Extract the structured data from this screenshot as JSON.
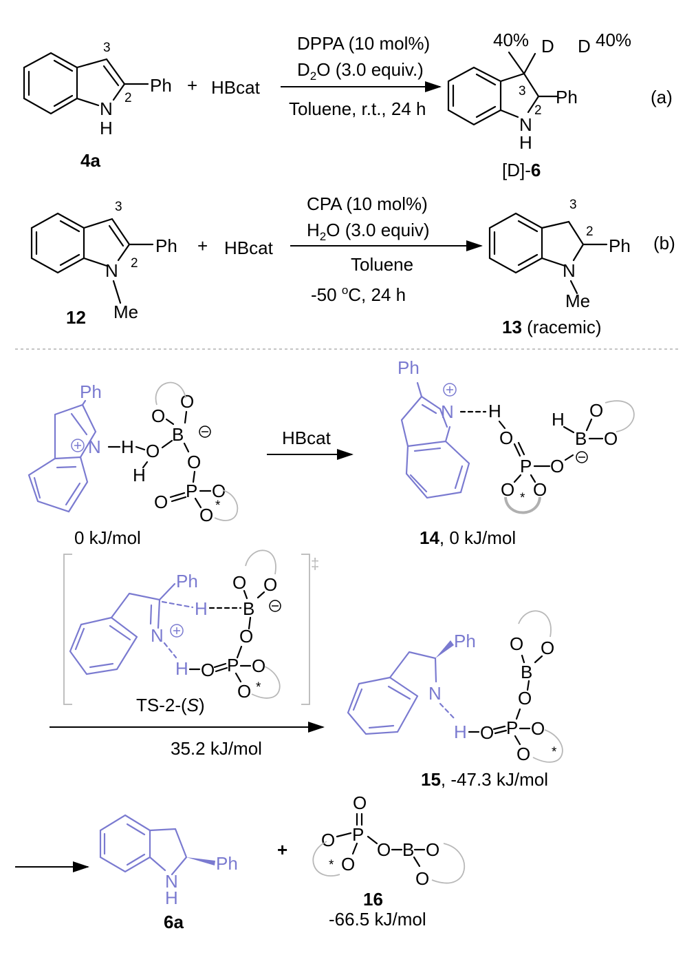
{
  "colors": {
    "highlight": "#7a7ad0",
    "bracket": "#b8b8b8",
    "text": "#000000"
  },
  "reaction_a": {
    "reactant_label": "4a",
    "positions": [
      "3",
      "2"
    ],
    "substituent": "Ph",
    "nh": [
      "N",
      "H"
    ],
    "plus": "+",
    "reagent": "HBcat",
    "conditions_above": [
      "DPPA (10 mol%)",
      "D",
      "2",
      "O (3.0 equiv.)"
    ],
    "conditions_below": "Toluene, r.t., 24 h",
    "product_label_prefix": "[D]-",
    "product_label_num": "6",
    "deuterium": [
      "D",
      "D"
    ],
    "incorporation": [
      "40%",
      "40%"
    ],
    "tag": "(a)"
  },
  "reaction_b": {
    "reactant_label": "12",
    "positions": [
      "3",
      "2"
    ],
    "substituent": "Ph",
    "n_sub": [
      "N",
      "Me"
    ],
    "plus": "+",
    "reagent": "HBcat",
    "conditions_above": [
      "CPA (10 mol%)",
      "H",
      "2",
      "O (3.0 equiv)"
    ],
    "conditions_below": [
      "Toluene",
      "-50 ",
      "o",
      "C, 24 h"
    ],
    "product_label_num": "13",
    "product_label_suffix": " (racemic)",
    "tag": "(b)"
  },
  "mechanism": {
    "start": {
      "energy": "0 kJ/mol",
      "atoms": [
        "Ph",
        "N",
        "H",
        "O",
        "H",
        "B",
        "O",
        "O",
        "O",
        "P",
        "O",
        "O",
        "O",
        "*"
      ]
    },
    "arrow1_label": "HBcat",
    "int14": {
      "label_num": "14",
      "energy": ", 0 kJ/mol",
      "atoms": [
        "Ph",
        "N",
        "H",
        "O",
        "P",
        "O",
        "O",
        "O",
        "B",
        "H",
        "O",
        "O",
        "*"
      ]
    },
    "ts": {
      "label": "TS-2-(",
      "label_italic": "S",
      "label_end": ")",
      "dagger": "‡",
      "energy": "35.2 kJ/mol",
      "atoms": [
        "Ph",
        "H",
        "N",
        "H",
        "O",
        "P",
        "O",
        "O",
        "O",
        "B",
        "O",
        "O",
        "*"
      ]
    },
    "int15": {
      "label_num": "15",
      "energy": ", -47.3 kJ/mol",
      "atoms": [
        "Ph",
        "N",
        "H",
        "O",
        "P",
        "O",
        "O",
        "O",
        "B",
        "O",
        "O",
        "*"
      ]
    },
    "product6a": {
      "label": "6a",
      "atoms": [
        "Ph",
        "N",
        "H"
      ]
    },
    "plus": "+",
    "product16": {
      "label": "16",
      "energy": "-66.5 kJ/mol",
      "atoms": [
        "O",
        "P",
        "O",
        "O",
        "O",
        "B",
        "O",
        "O",
        "*"
      ]
    }
  }
}
